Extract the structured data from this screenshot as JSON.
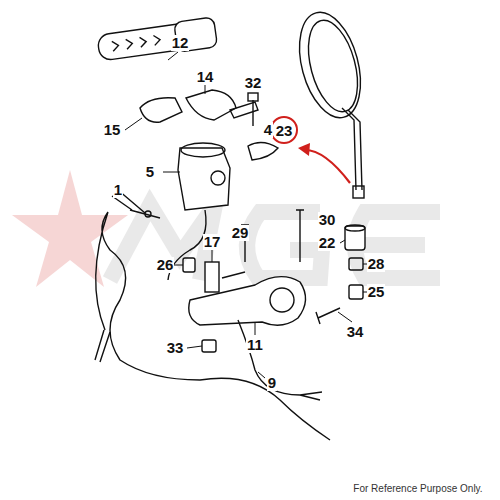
{
  "diagram": {
    "nodes": [
      {
        "text": [
          "23"
        ]
      }
    ],
    "labels": [
      "12",
      "14",
      "32",
      "15",
      "4",
      "5",
      "1",
      "29",
      "30",
      "22",
      "28",
      "26",
      "17",
      "25",
      "11",
      "34",
      "33",
      "9",
      "For Reference Purpose Only."
    ]
  }
}
